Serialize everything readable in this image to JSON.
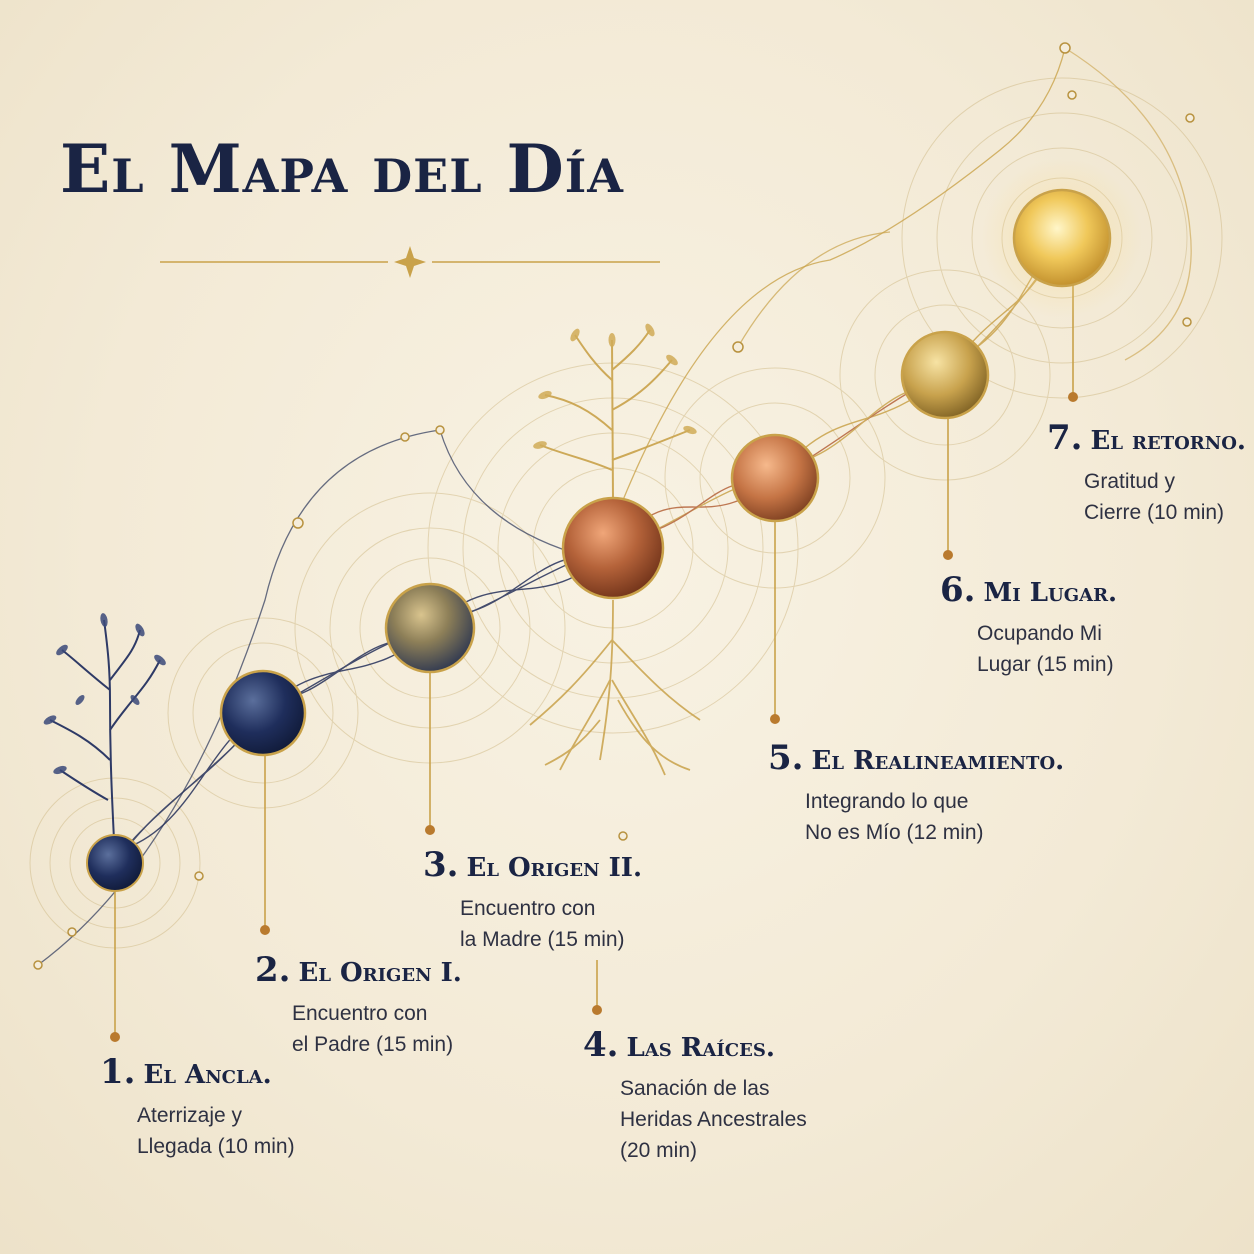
{
  "title": "El Mapa del Día",
  "colors": {
    "navy": "#1c2a52",
    "gold": "#c9a24a",
    "copper": "#b5633a",
    "background": "#f3ead6"
  },
  "steps": [
    {
      "number": "1.",
      "title": "El Ancla.",
      "desc": [
        "Aterrizaje y",
        "Llegada (10 min)"
      ],
      "sphere": "navy"
    },
    {
      "number": "2.",
      "title": "El Origen I.",
      "desc": [
        "Encuentro con",
        "el Padre (15 min)"
      ],
      "sphere": "navy"
    },
    {
      "number": "3.",
      "title": "El Origen II.",
      "desc": [
        "Encuentro con",
        "la Madre (15 min)"
      ],
      "sphere": "navy-gold"
    },
    {
      "number": "4.",
      "title": "Las Raíces.",
      "desc": [
        "Sanación de las",
        "Heridas Ancestrales",
        "(20 min)"
      ],
      "sphere": "copper"
    },
    {
      "number": "5.",
      "title": "El Realineamiento.",
      "desc": [
        "Integrando lo que",
        "No es Mío (12 min)"
      ],
      "sphere": "copper-light"
    },
    {
      "number": "6.",
      "title": "Mi Lugar.",
      "desc": [
        "Ocupando Mi",
        "Lugar (15 min)"
      ],
      "sphere": "gold"
    },
    {
      "number": "7.",
      "title": "El retorno.",
      "desc": [
        "Gratitud y",
        "Cierre (10 min)"
      ],
      "sphere": "gold-bright"
    }
  ]
}
